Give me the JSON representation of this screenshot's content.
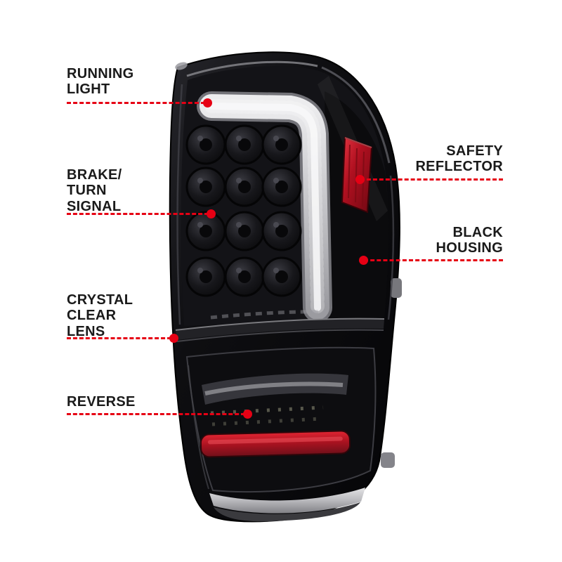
{
  "callouts": {
    "running_light": {
      "lines": [
        "RUNNING",
        "LIGHT"
      ]
    },
    "brake_turn_signal": {
      "lines": [
        "BRAKE/",
        "TURN",
        "SIGNAL"
      ]
    },
    "crystal_clear_lens": {
      "lines": [
        "CRYSTAL",
        "CLEAR",
        "LENS"
      ]
    },
    "reverse": {
      "lines": [
        "REVERSE"
      ]
    },
    "safety_reflector": {
      "lines": [
        "SAFETY",
        "REFLECTOR"
      ]
    },
    "black_housing": {
      "lines": [
        "BLACK",
        "HOUSING"
      ]
    }
  },
  "colors": {
    "leader_red": "#e60014",
    "label_text": "#1a1a1a",
    "background": "#ffffff",
    "reflector_red": "#b01020",
    "housing_black": "#0a0a0c"
  }
}
